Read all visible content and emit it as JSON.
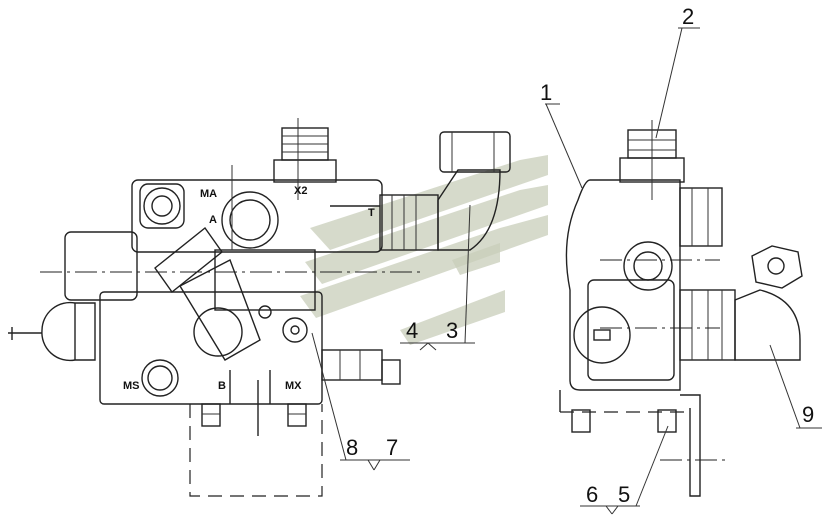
{
  "ports": {
    "ma": "MA",
    "a": "A",
    "x2": "X2",
    "t": "T",
    "ms": "MS",
    "b": "B",
    "mx": "MX"
  },
  "callouts": {
    "c1": "1",
    "c2": "2",
    "c3": "3",
    "c4": "4",
    "c5": "5",
    "c6": "6",
    "c7": "7",
    "c8": "8",
    "c9": "9"
  }
}
